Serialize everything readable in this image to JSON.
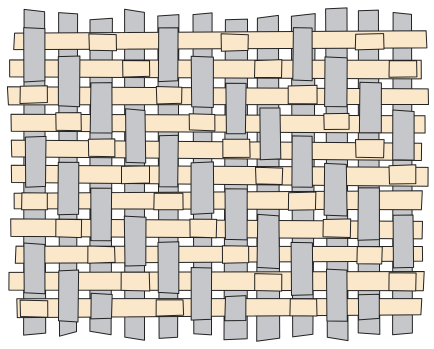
{
  "figure": {
    "title": "",
    "warp_color": "#c6c7ca",
    "weft_color": "#fbe7c9",
    "outline_color": "#222222",
    "background": "#ffffff",
    "pattern": "twill weave",
    "warp_count": 12,
    "weft_count": 11
  }
}
